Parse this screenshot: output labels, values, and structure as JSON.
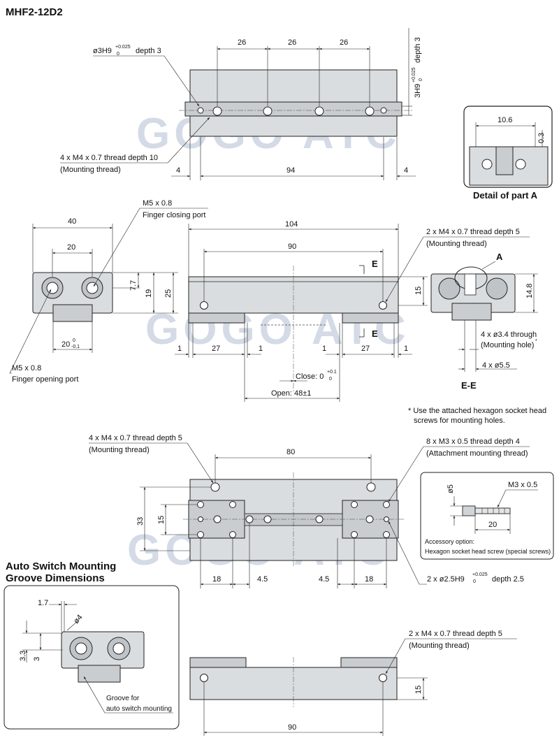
{
  "title": "MHF2-12D2",
  "watermark": "GOGO ATC",
  "top_view": {
    "pin_hole_label": "ø3H9",
    "pin_hole_tol_upper": "+0.025",
    "pin_hole_tol_lower": "0",
    "pin_hole_depth": "depth 3",
    "side_hole_label": "3H9",
    "side_hole_tol_upper": "+0.025",
    "side_hole_tol_lower": "0",
    "side_hole_depth": "depth 3",
    "mount_thread": "4 x M4 x 0.7 thread depth 10",
    "mount_note": "(Mounting thread)",
    "dim_26a": "26",
    "dim_26b": "26",
    "dim_26c": "26",
    "dim_4l": "4",
    "dim_94": "94",
    "dim_4r": "4"
  },
  "detail_a": {
    "dim_10_6": "10.6",
    "dim_0_3": "0.3",
    "caption": "Detail of part A"
  },
  "end_view": {
    "dim_40": "40",
    "dim_20": "20",
    "dim_7_7": "7.7",
    "dim_19": "19",
    "dim_25": "25",
    "dim_20_bottom": "20",
    "dim_20_tol_upper": "0",
    "dim_20_tol_lower": "-0.1",
    "closing_port": "M5 x 0.8",
    "closing_port_note": "Finger closing port",
    "opening_port": "M5 x 0.8",
    "opening_port_note": "Finger opening port"
  },
  "front_view": {
    "dim_104": "104",
    "dim_90": "90",
    "dim_15": "15",
    "dim_1a": "1",
    "dim_27a": "27",
    "dim_1b": "1",
    "dim_1c": "1",
    "dim_27b": "27",
    "close_label": "Close: 0",
    "close_tol_upper": "+0.1",
    "close_tol_lower": "0",
    "open_label": "Open: 48±1",
    "section_mark": "E",
    "thread": "2 x M4 x 0.7 thread depth 5",
    "thread_note": "(Mounting thread)"
  },
  "section_ee": {
    "marker_a": "A",
    "dim_14_8": "14.8",
    "hole_through": "4 x ø3.4 through",
    "hole_note": "(Mounting hole)",
    "asterisk": "*",
    "counterbore": "4 x ø5.5",
    "caption": "E-E",
    "footnote_line1": "* Use the attached hexagon socket head",
    "footnote_line2": "screws for mounting holes."
  },
  "bottom_view": {
    "thread": "4 x M4 x 0.7 thread depth 5",
    "thread_note": "(Mounting thread)",
    "dim_80": "80",
    "dim_33": "33",
    "dim_15": "15",
    "dim_18a": "18",
    "dim_4_5a": "4.5",
    "dim_4_5b": "4.5",
    "dim_18b": "18",
    "attach_thread": "8 x M3 x 0.5 thread depth 4",
    "attach_note": "(Attachment mounting thread)",
    "pin_hole": "2 x ø2.5H9",
    "pin_tol_upper": "+0.025",
    "pin_tol_lower": "0",
    "pin_depth": "depth 2.5"
  },
  "accessory": {
    "dim_5": "ø5",
    "thread": "M3 x 0.5",
    "dim_20": "20",
    "caption_line1": "Accessory option:",
    "caption_line2": "Hexagon socket head screw (special screws)"
  },
  "auto_switch": {
    "heading_line1": "Auto Switch Mounting",
    "heading_line2": "Groove Dimensions",
    "dim_1_7": "1.7",
    "dim_4": "ø4",
    "dim_3_3": "3.3",
    "dim_3": "3",
    "groove_line1": "Groove for",
    "groove_line2": "auto switch mounting"
  },
  "side_view": {
    "thread": "2 x M4 x 0.7 thread depth 5",
    "thread_note": "(Mounting thread)",
    "dim_15": "15",
    "dim_90": "90"
  }
}
